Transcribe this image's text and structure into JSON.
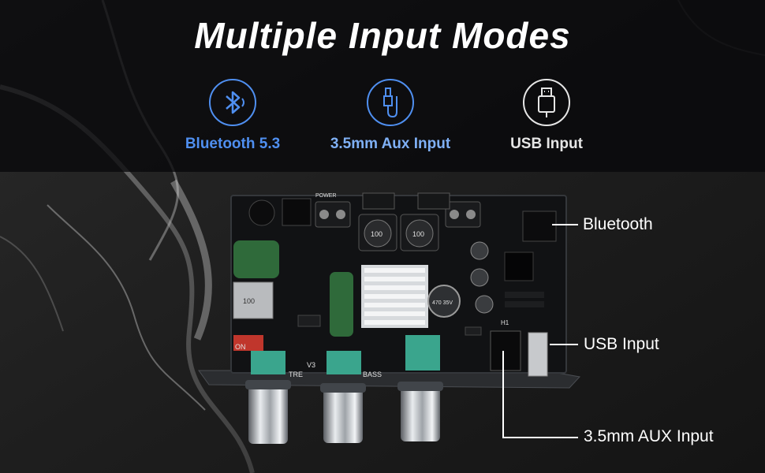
{
  "title": "Multiple Input Modes",
  "modes": [
    {
      "label": "Bluetooth 5.3",
      "icon": "bluetooth-icon"
    },
    {
      "label": "3.5mm Aux Input",
      "icon": "aux-cable-icon"
    },
    {
      "label": "USB Input",
      "icon": "usb-icon"
    }
  ],
  "callouts": {
    "bluetooth": "Bluetooth",
    "usb": "USB Input",
    "aux": "3.5mm AUX Input"
  },
  "board": {
    "knob_labels": [
      "TRE",
      "V3",
      "BASS"
    ],
    "switch_label": "ON",
    "inductor_labels": [
      "100",
      "100",
      "100"
    ],
    "capacitor_label": "470 35V",
    "silkscreen": [
      "POWER",
      "H1"
    ]
  },
  "colors": {
    "accent_blue": "#4f8ff0",
    "board": "#111214",
    "header_band": "#08080a",
    "capacitor_green": "#2f6a3a",
    "potentiometer_teal": "#3aa58d"
  }
}
